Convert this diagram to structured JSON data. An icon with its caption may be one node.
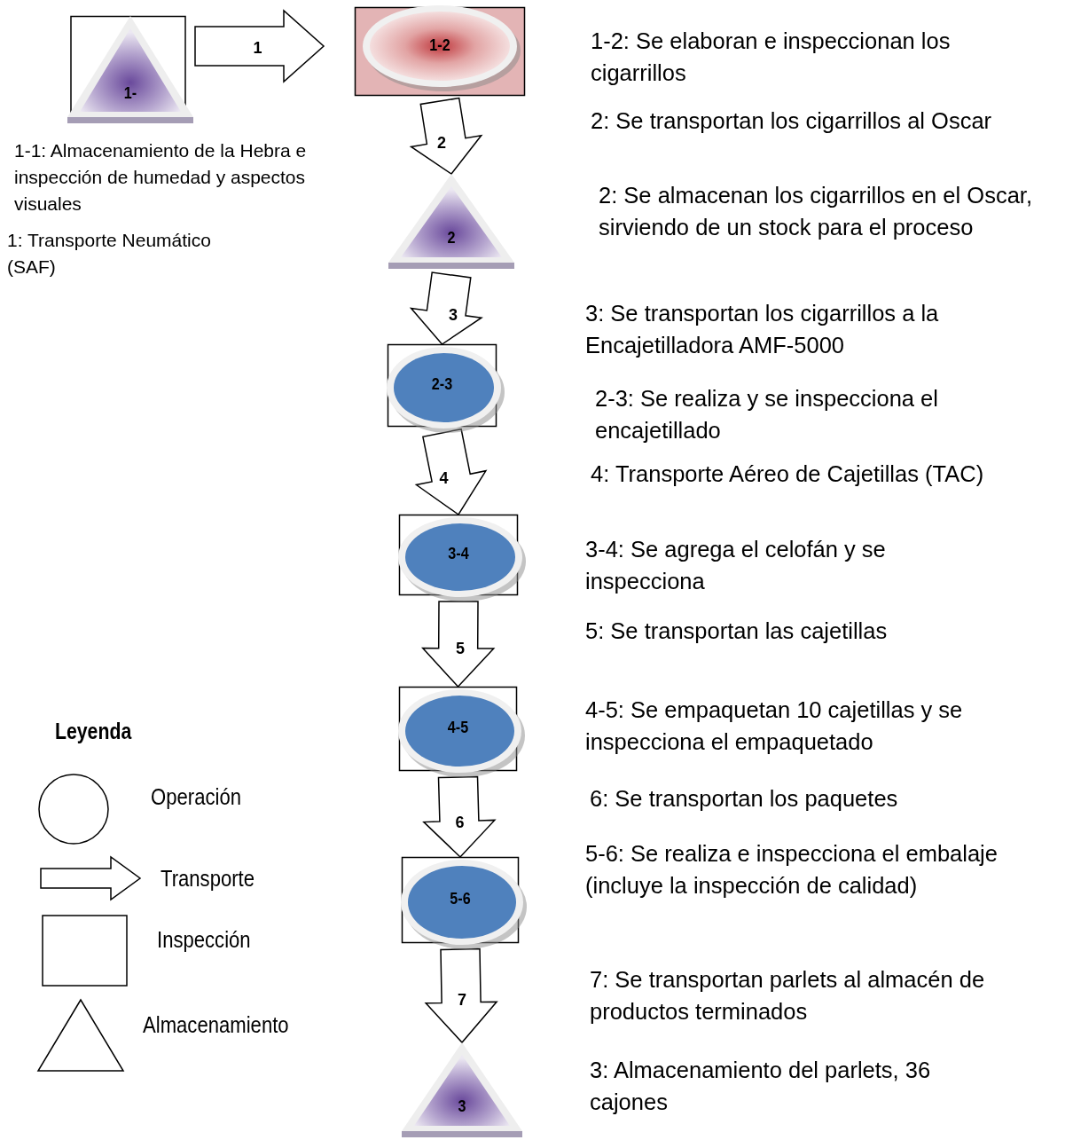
{
  "diagram": {
    "nodes": [
      {
        "text": [
          "1-"
        ],
        "beside": [
          "1-1: Almacenamiento de la Hebra e inspección de humedad y aspectos visuales"
        ]
      },
      {
        "text": [
          "1-2"
        ]
      },
      {
        "text": [
          "2"
        ]
      },
      {
        "text": [
          "2-3"
        ]
      },
      {
        "text": [
          "3-4"
        ]
      },
      {
        "text": [
          "4-5"
        ]
      },
      {
        "text": [
          "5-6"
        ]
      },
      {
        "text": [
          "3"
        ]
      }
    ],
    "edges": [
      {
        "from": 0,
        "to": 1,
        "arrow": "to",
        "label": "1"
      },
      {
        "from": 1,
        "to": 2,
        "arrow": "to",
        "label": "2"
      },
      {
        "from": 2,
        "to": 3,
        "arrow": "to",
        "label": "3"
      },
      {
        "from": 3,
        "to": 4,
        "arrow": "to",
        "label": "4"
      },
      {
        "from": 4,
        "to": 5,
        "arrow": "to",
        "label": "5"
      },
      {
        "from": 5,
        "to": 6,
        "arrow": "to",
        "label": "6"
      },
      {
        "from": 6,
        "to": 7,
        "arrow": "to",
        "label": "7"
      }
    ],
    "labels": [
      "1-2: Se elaboran e inspeccionan los cigarrillos",
      "2: Se transportan los cigarrillos al Oscar",
      "2: Se almacenan los cigarrillos en el Oscar, sirviendo de un stock para el proceso",
      "3: Se transportan los cigarrillos a la Encajetilladora AMF-5000",
      "2-3: Se realiza y se inspecciona el encajetillado",
      "4: Transporte Aéreo de Cajetillas (TAC)",
      "3-4: Se agrega el celofán y se inspecciona",
      "5: Se transportan las cajetillas",
      "4-5: Se empaquetan 10 cajetillas y se inspecciona el empaquetado",
      "6: Se transportan los paquetes",
      "5-6: Se realiza e inspecciona el embalaje (incluye la inspección de calidad)",
      "7: Se transportan parlets al almacén de productos terminados",
      "3: Almacenamiento del parlets, 36 cajones",
      "1: Transporte Neumático (SAF)",
      "Leyenda"
    ],
    "legend": [
      {
        "text": "Operación"
      },
      {
        "text": "Transporte"
      },
      {
        "text": "Inspección"
      },
      {
        "text": "Almacenamiento"
      }
    ]
  }
}
